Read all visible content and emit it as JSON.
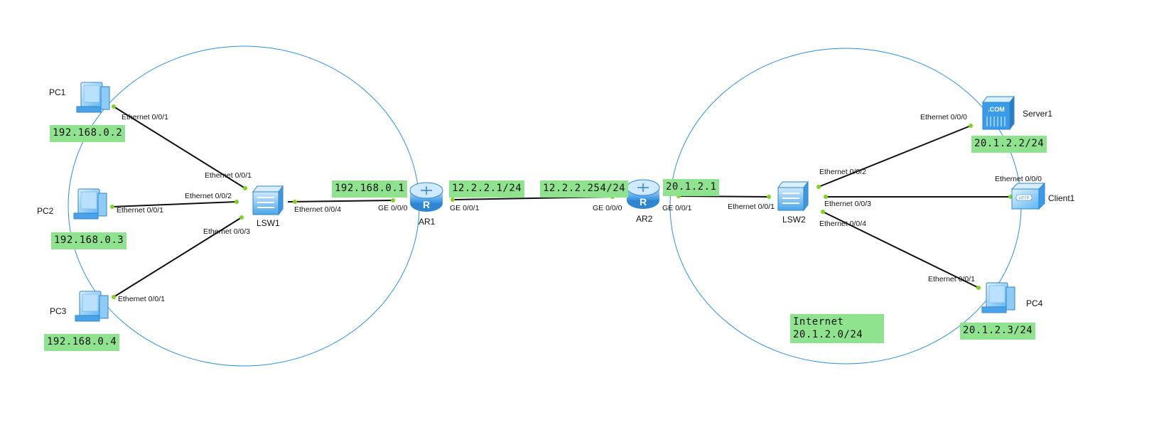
{
  "devices": {
    "pc1": "PC1",
    "pc2": "PC2",
    "pc3": "PC3",
    "pc4": "PC4",
    "lsw1": "LSW1",
    "lsw2": "LSW2",
    "ar1": "AR1",
    "ar2": "AR2",
    "server1": "Server1",
    "client1": "Client1"
  },
  "addresses": {
    "pc1": "192.168.0.2",
    "pc2": "192.168.0.3",
    "pc3": "192.168.0.4",
    "ar1_lan": "192.168.0.1",
    "ar1_wan": "12.2.2.1/24",
    "ar2_wan": "12.2.2.254/24",
    "ar2_lan": "20.1.2.1",
    "server1": "20.1.2.2/24",
    "pc4": "20.1.2.3/24",
    "internet_name": "Internet",
    "internet_net": "20.1.2.0/24"
  },
  "ports": {
    "pc1": "Ethernet 0/0/1",
    "lsw1_pc1": "Ethernet 0/0/1",
    "pc2": "Ethernet 0/0/1",
    "lsw1_pc2": "Ethernet 0/0/2",
    "pc3": "Ethernet 0/0/1",
    "lsw1_pc3": "Ethernet 0/0/3",
    "lsw1_ar1": "Ethernet 0/0/4",
    "ar1_lsw1": "GE 0/0/0",
    "ar1_ar2": "GE 0/0/1",
    "ar2_ar1": "GE 0/0/0",
    "ar2_lsw2": "GE 0/0/1",
    "lsw2_ar2": "Ethernet 0/0/1",
    "lsw2_server": "Ethernet 0/0/2",
    "lsw2_client": "Ethernet 0/0/3",
    "lsw2_pc4": "Ethernet 0/0/4",
    "server1": "Ethernet 0/0/0",
    "client1": "Ethernet 0/0/0",
    "pc4": "Ethernet 0/0/1"
  },
  "colors": {
    "circle": "#2b8fe0",
    "link": "#111111",
    "port_dot": "#7ed321",
    "label_bg": "#8fe38f",
    "device_blue": "#3a9be8"
  },
  "icons": {
    "pc": "desktop-pc-icon",
    "switch": "switch-icon",
    "router": "router-icon",
    "server": "dns-server-icon",
    "client": "http-client-icon"
  }
}
